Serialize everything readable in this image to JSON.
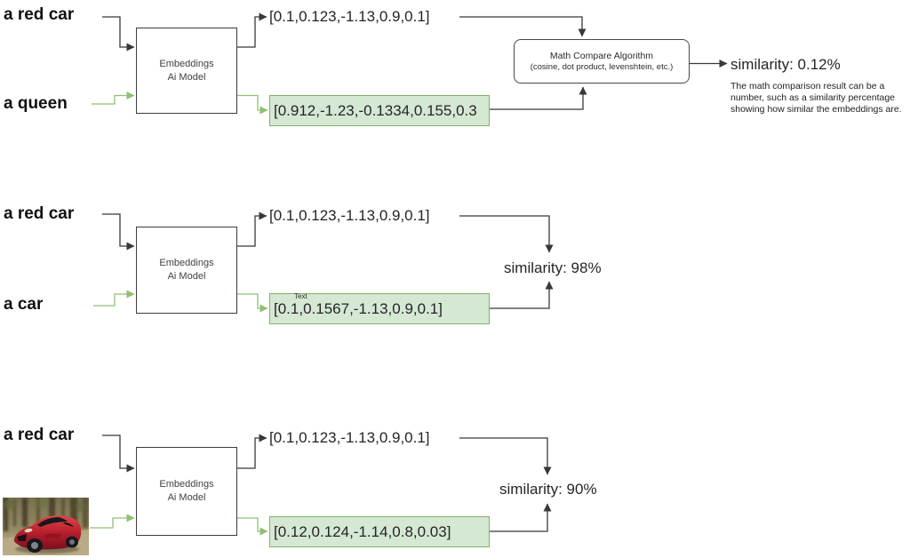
{
  "colors": {
    "line_black": "#383838",
    "line_green": "#8fbf72",
    "green_box_fill": "#d5e8d4",
    "green_box_border": "#82b366",
    "car_body_red": "#b81f2d"
  },
  "sections": [
    {
      "input_top": "a red car",
      "input_bottom": "a queen",
      "model_label": "Embeddings\nAi Model",
      "vector_top": "[0.1,0.123,-1.13,0.9,0.1]",
      "vector_bottom": "[0.912,-1.23,-0.1334,0.155,0.3",
      "result": "similarity: 0.12%"
    },
    {
      "input_top": "a red car",
      "input_bottom": "a car",
      "model_label": "Embeddings\nAi Model",
      "vector_top": "[0.1,0.123,-1.13,0.9,0.1]",
      "vector_bottom": "[0.1,0.1567,-1.13,0.9,0.1]",
      "note_label": "Text",
      "result": "similarity: 98%"
    },
    {
      "input_top": "a red car",
      "input_bottom_image": "red-sports-car-photo",
      "model_label": "Embeddings\nAi Model",
      "vector_top": "[0.1,0.123,-1.13,0.9,0.1]",
      "vector_bottom": "[0.12,0.124,-1.14,0.8,0.03]",
      "result": "similarity: 90%"
    }
  ],
  "compare_box": {
    "title": "Math Compare Algorithm",
    "subtitle": "(cosine, dot product, levenshtein, etc.)"
  },
  "note": "The math comparison result can be a number, such as a similarity percentage showing how similar the embeddings are."
}
